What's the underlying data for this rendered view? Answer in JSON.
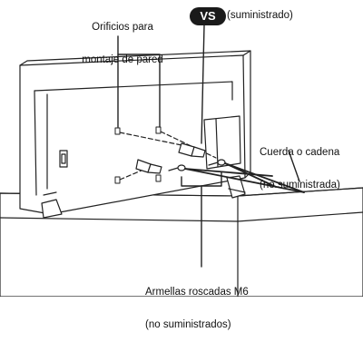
{
  "labels": {
    "wall_holes_line1": "Orificios para",
    "wall_holes_line2": "montaje de pared",
    "vs_badge": "VS",
    "supplied": "(suministrado)",
    "rope_line1": "Cuerda o cadena",
    "rope_line2": "(no suministrada)",
    "eyebolts_line1": "Armellas roscadas M6",
    "eyebolts_line2": "(no suministrados)"
  },
  "colors": {
    "line": "#222222",
    "badge": "#1a1a1a",
    "background": "#ffffff"
  }
}
